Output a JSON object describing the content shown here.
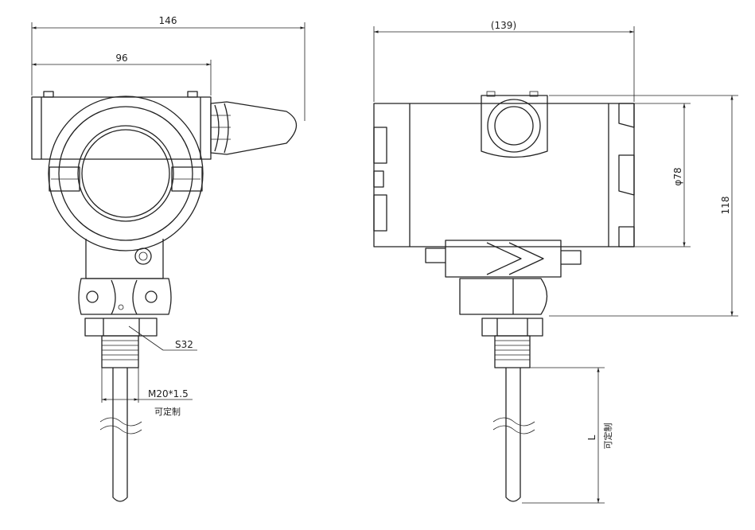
{
  "dimensions": {
    "overall_width": "146",
    "body_width": "96",
    "hex_size": "S32",
    "thread": "M20*1.5",
    "thread_note": "可定制",
    "side_width": "(139)",
    "cover_diameter": "φ78",
    "height": "118",
    "insertion_length": "L",
    "insertion_note": "可定制"
  },
  "colors": {
    "line": "#222222",
    "background": "#ffffff"
  }
}
